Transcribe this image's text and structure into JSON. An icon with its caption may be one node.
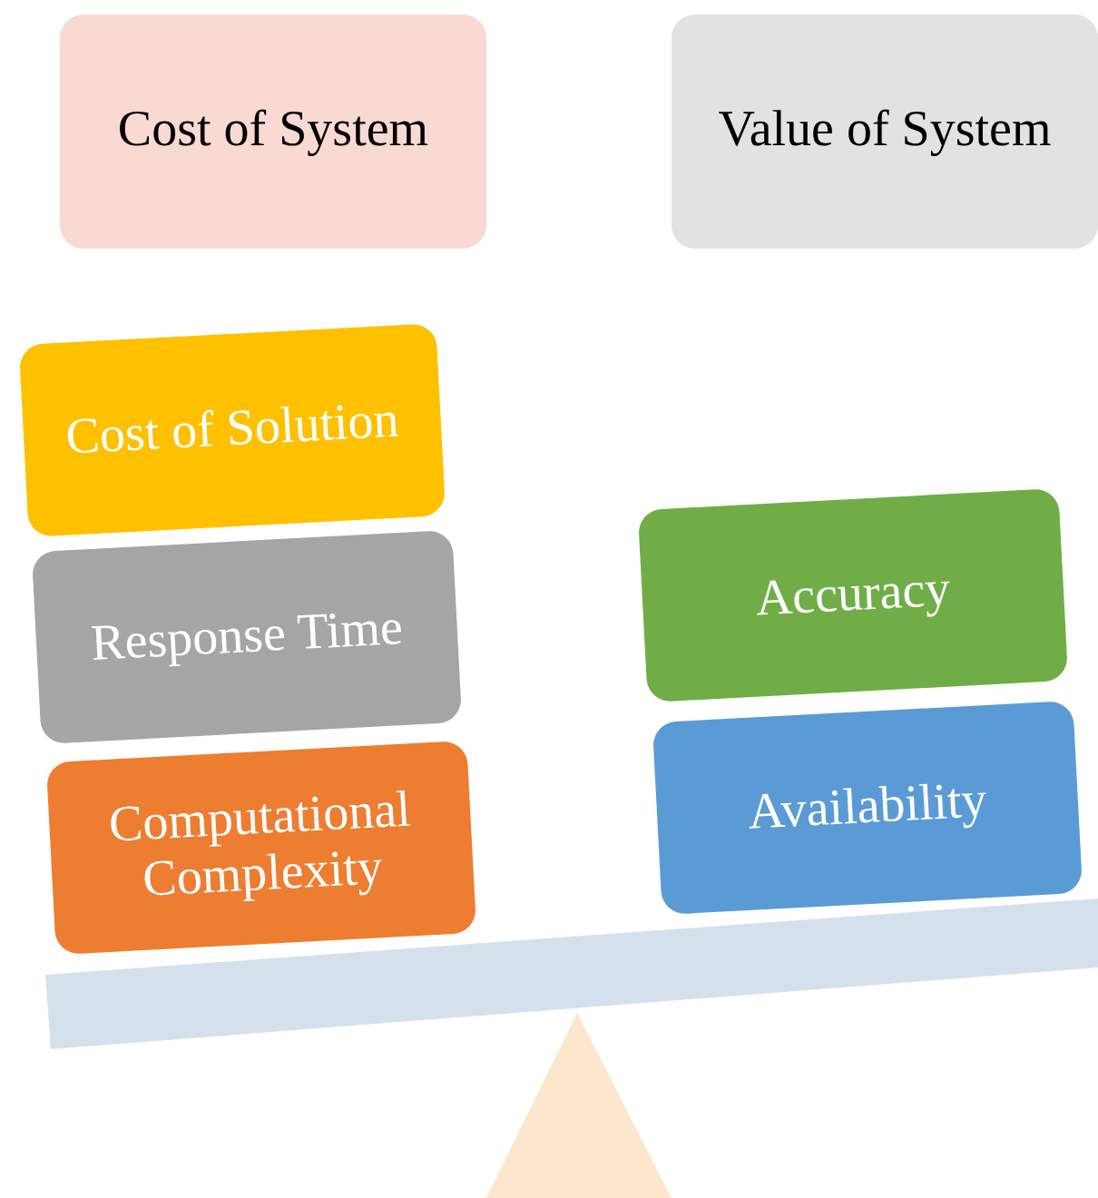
{
  "diagram": {
    "nodes": [
      {
        "text": [
          "Cost of System"
        ]
      },
      {
        "text": [
          "Value of System"
        ]
      },
      {
        "text": [
          "Cost of Solution"
        ]
      },
      {
        "text": [
          "Response Time"
        ]
      },
      {
        "text": [
          "Computational Complexity"
        ]
      },
      {
        "text": [
          "Accuracy"
        ]
      },
      {
        "text": [
          "Availability"
        ]
      }
    ]
  }
}
